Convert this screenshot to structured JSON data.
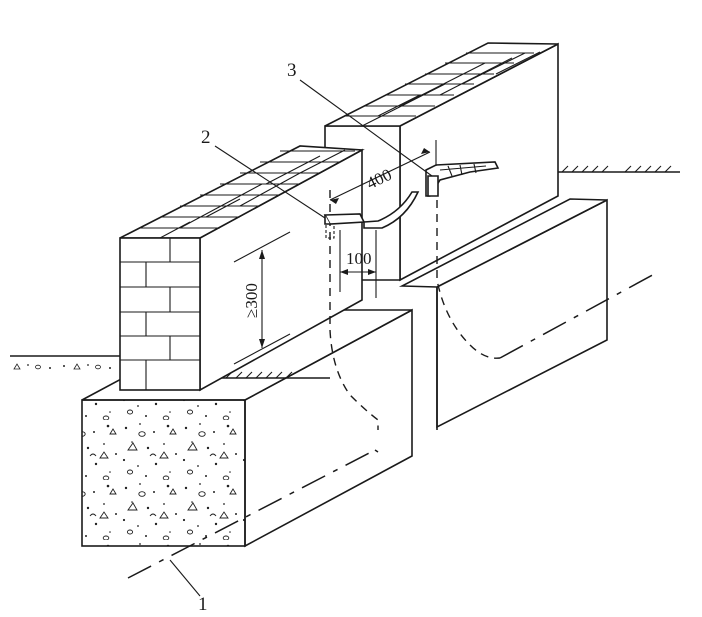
{
  "callouts": [
    {
      "id": "1",
      "text": "1"
    },
    {
      "id": "2",
      "text": "2"
    },
    {
      "id": "3",
      "text": "3"
    }
  ],
  "dimensions": {
    "spacing": "400",
    "stub_length": "100",
    "min_height": "≥300"
  }
}
